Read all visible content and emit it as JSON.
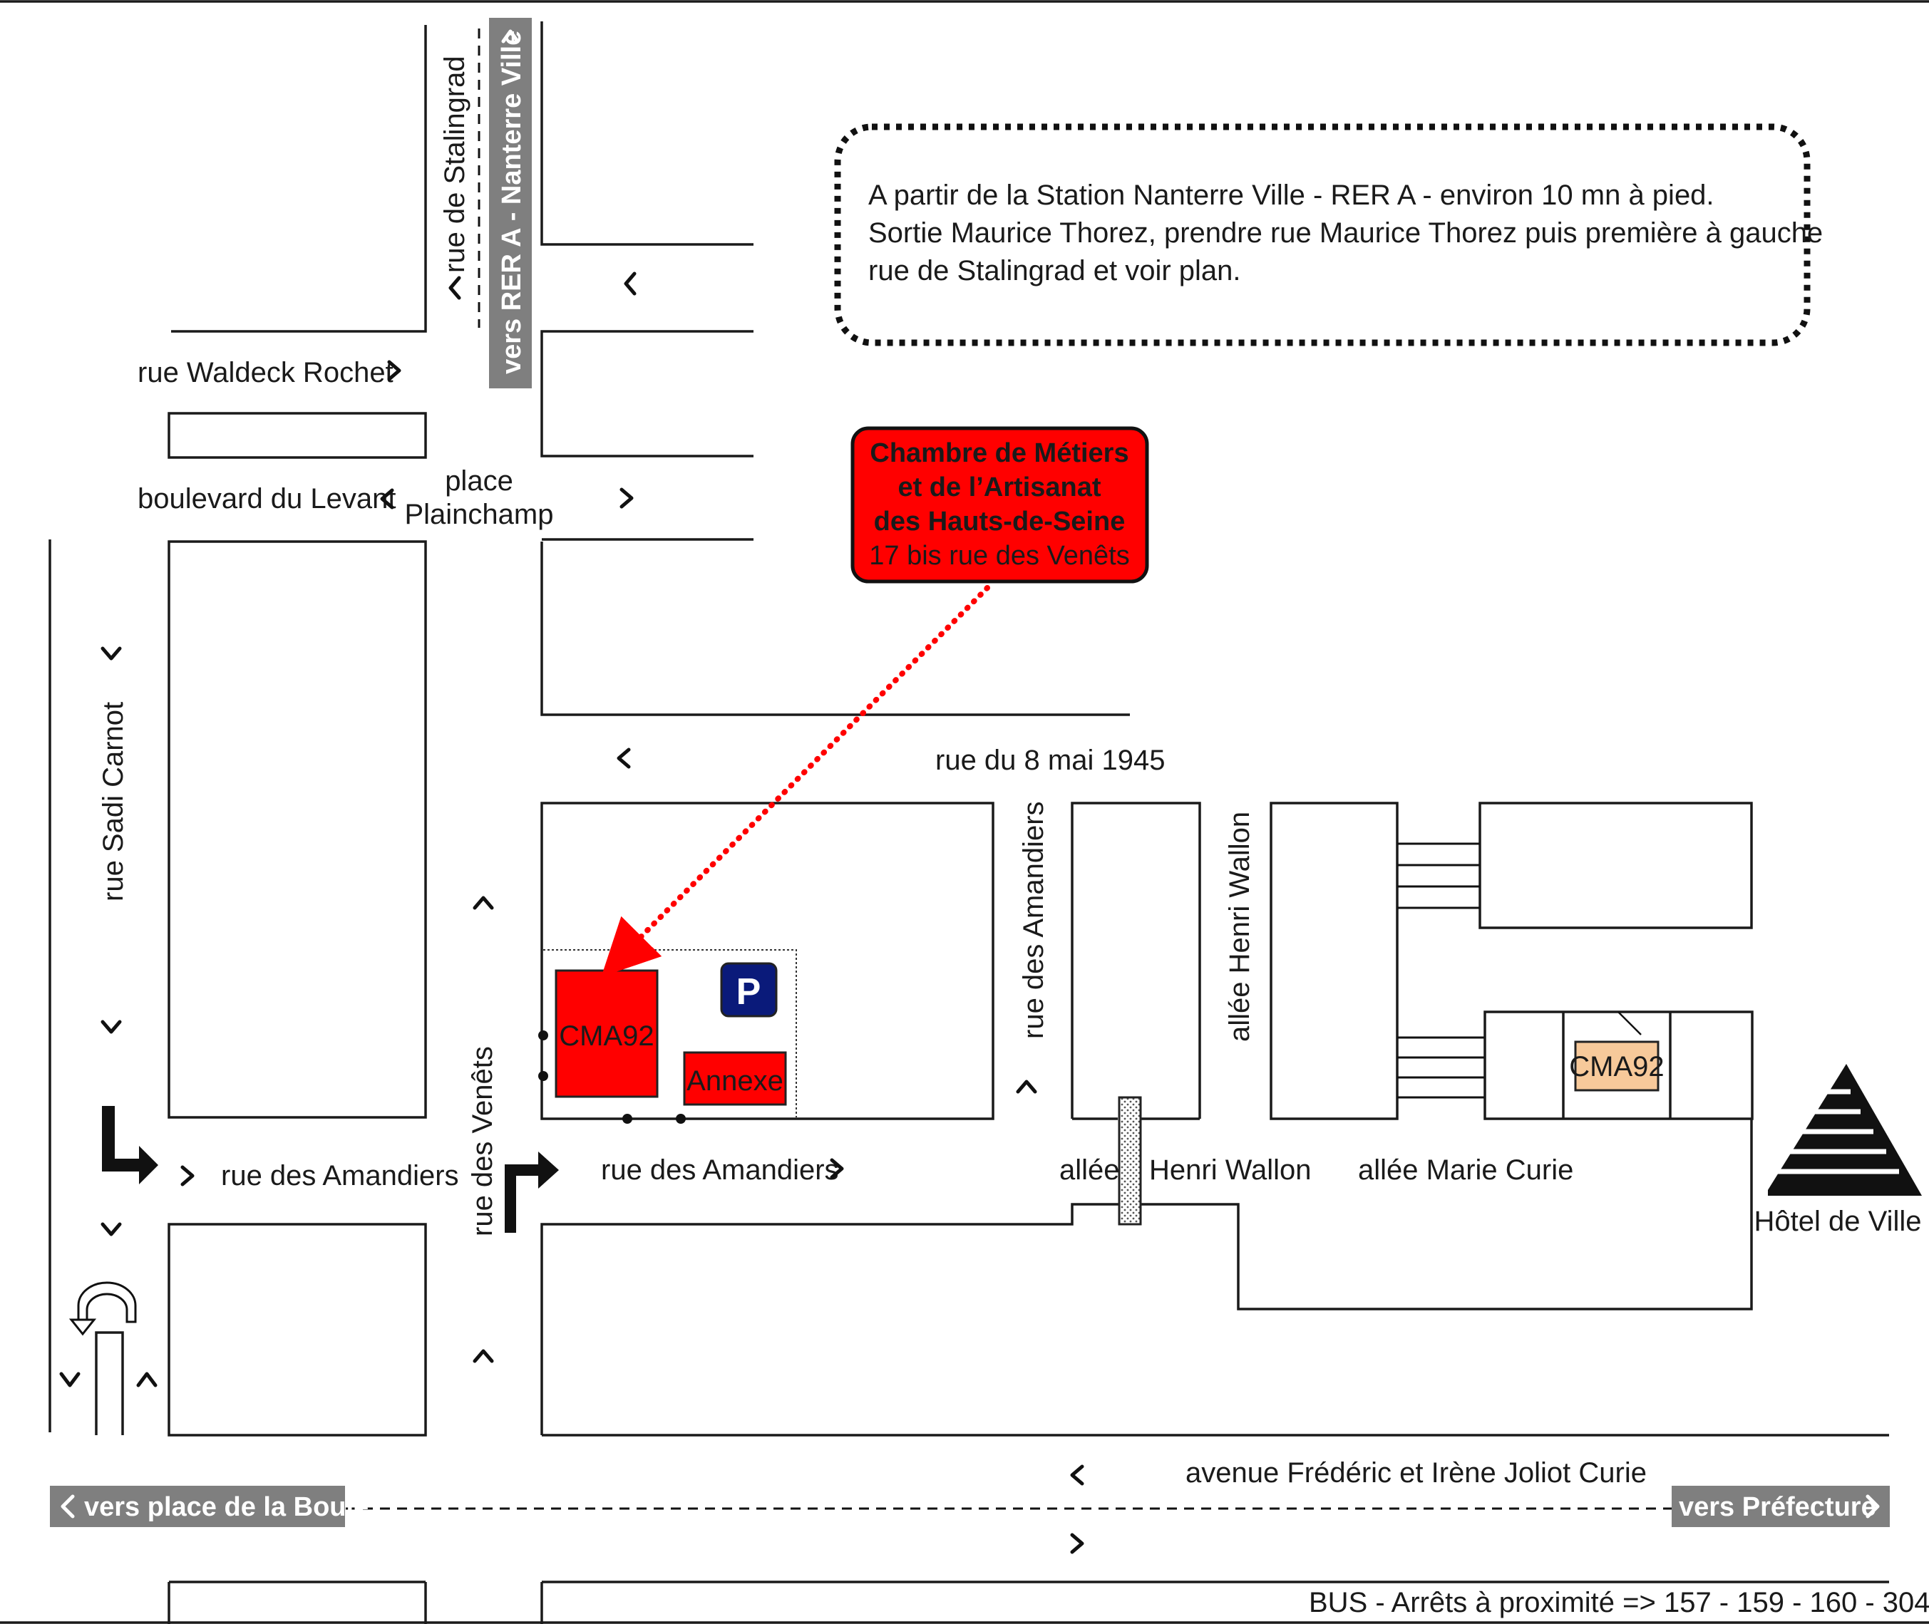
{
  "info_box": {
    "lines": [
      "A partir de la Station Nanterre Ville - RER A - environ 10 mn à pied.",
      "Sortie Maurice Thorez, prendre rue Maurice Thorez puis première à gauche",
      "rue de Stalingrad et voir plan."
    ]
  },
  "callout": {
    "line1": "Chambre de Métiers",
    "line2": "et de l’Artisanat",
    "line3": "des Hauts-de-Seine",
    "address": "17 bis rue des Venêts",
    "fill": "#ff0000"
  },
  "streets": {
    "stalingrad": "rue de Stalingrad",
    "rer_banner": "vers RER A - Nanterre Ville",
    "waldeck": "rue Waldeck Rochet",
    "levant": "boulevard du Levant",
    "place_1": "place",
    "place_2": "Plainchamp",
    "sadi_carnot": "rue Sadi Carnot",
    "mai_1945": "rue du 8 mai 1945",
    "amandiers_west": "rue des Amandiers",
    "amandiers_mid": "rue des Amandiers",
    "amandiers_vert": "rue des Amandiers",
    "venets": "rue des Venêts",
    "allee_1": "allée",
    "henri_wallon": "Henri Wallon",
    "henri_wallon_vert": "allée Henri Wallon",
    "marie_curie": "allée Marie Curie",
    "joliot_curie": "avenue Frédéric et Irène Joliot Curie",
    "vers_boule": "vers place de la Boule",
    "vers_prefecture": "vers Préfecture",
    "bus": "BUS - Arrêts à proximité => 157 - 159 - 160 - 304"
  },
  "buildings": {
    "cma_main": "CMA92",
    "annexe": "Annexe",
    "cma_small": "CMA92",
    "parking": "P",
    "hotel_de_ville": "Hôtel de Ville"
  },
  "colors": {
    "cma_red": "#ff0000",
    "cma_small": "#f7c99a",
    "parking_blue": "#0a1a7a",
    "banner_gray": "#7f7f7f"
  },
  "icons": {
    "turn_right": "turn-right-arrow-icon",
    "turn_up": "turn-up-arrow-icon",
    "u_turn": "u-turn-icon",
    "city_hall": "city-hall-icon",
    "parking": "parking-icon"
  }
}
